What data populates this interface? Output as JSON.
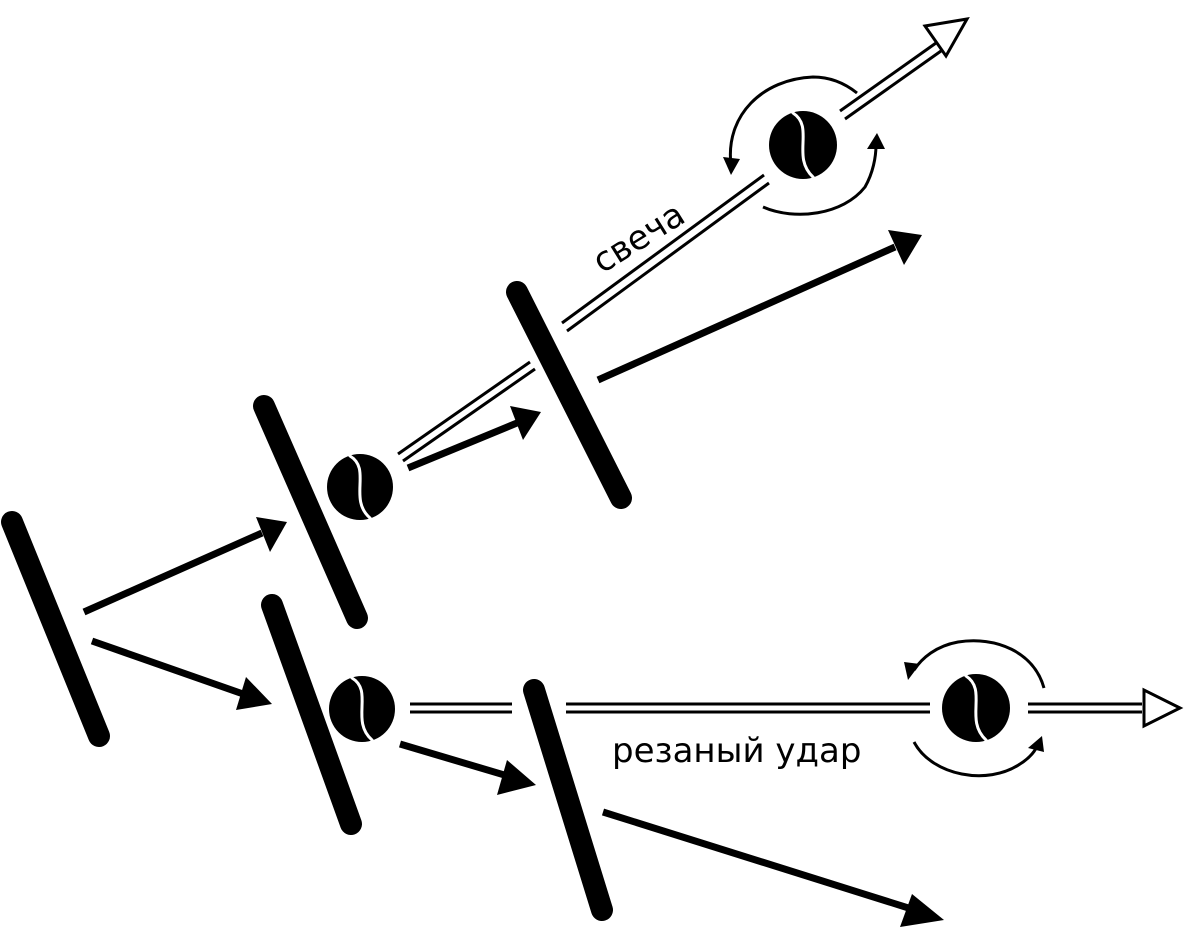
{
  "labels": {
    "lob": "свеча",
    "slice": "резаный удар"
  },
  "colors": {
    "ink": "#000000",
    "background": "#ffffff"
  },
  "elements": {
    "rackets": 5,
    "balls": 4,
    "spin_indicators": 2
  }
}
